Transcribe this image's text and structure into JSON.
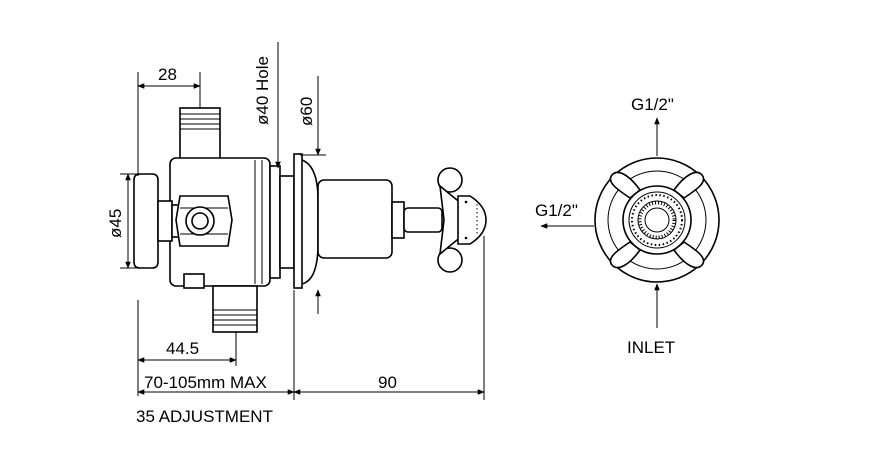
{
  "side_view": {
    "dim_top_width": "28",
    "dim_hole": "ø40 Hole",
    "dim_flange": "ø60",
    "dim_knob": "ø45",
    "dim_offset": "44.5",
    "dim_wall": "70-105mm MAX",
    "dim_projection": "90",
    "adjustment_note": "35 ADJUSTMENT"
  },
  "front_view": {
    "outlet_top": "G1/2\"",
    "outlet_side": "G1/2\"",
    "inlet": "INLET"
  }
}
